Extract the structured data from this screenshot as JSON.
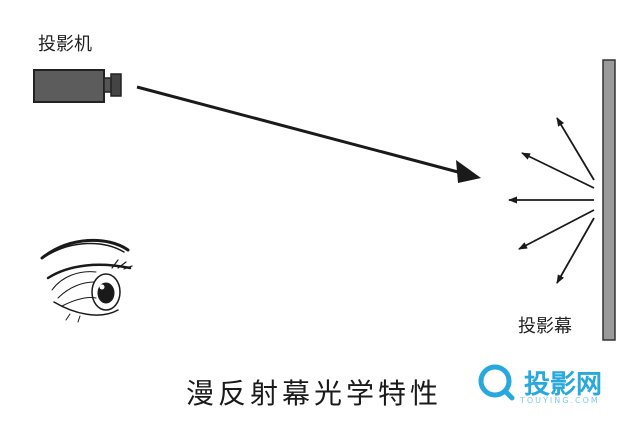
{
  "labels": {
    "projector": "投影机",
    "screen": "投影幕",
    "caption": "漫反射幕光学特性"
  },
  "watermark": {
    "name": "投影网",
    "sub": "TOUYING.COM"
  },
  "colors": {
    "ink": "#1a1a1a",
    "projector_body": "#5c5c5c",
    "screen_fill": "#9a9a9a",
    "watermark": "#29a8e0"
  },
  "icons": [
    "projector-icon",
    "eye-icon",
    "watermark-logo-icon"
  ]
}
